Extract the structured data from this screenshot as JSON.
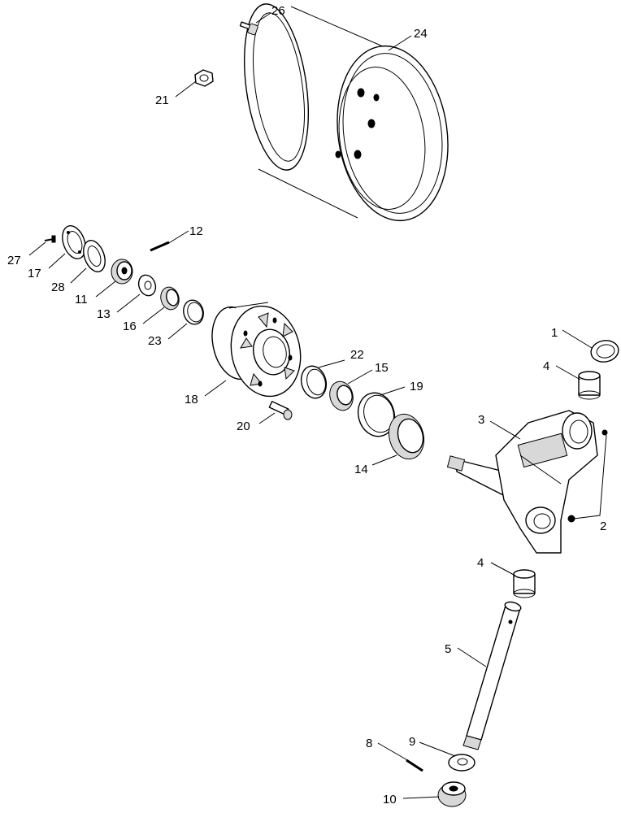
{
  "callouts": [
    {
      "id": "c1",
      "text": "1"
    },
    {
      "id": "c2",
      "text": "2"
    },
    {
      "id": "c3",
      "text": "3"
    },
    {
      "id": "c4a",
      "text": "4"
    },
    {
      "id": "c4b",
      "text": "4"
    },
    {
      "id": "c5",
      "text": "5"
    },
    {
      "id": "c8",
      "text": "8"
    },
    {
      "id": "c9",
      "text": "9"
    },
    {
      "id": "c10",
      "text": "10"
    },
    {
      "id": "c11",
      "text": "11"
    },
    {
      "id": "c12",
      "text": "12"
    },
    {
      "id": "c13",
      "text": "13"
    },
    {
      "id": "c14",
      "text": "14"
    },
    {
      "id": "c15",
      "text": "15"
    },
    {
      "id": "c16",
      "text": "16"
    },
    {
      "id": "c17",
      "text": "17"
    },
    {
      "id": "c18",
      "text": "18"
    },
    {
      "id": "c19",
      "text": "19"
    },
    {
      "id": "c20",
      "text": "20"
    },
    {
      "id": "c21",
      "text": "21"
    },
    {
      "id": "c22",
      "text": "22"
    },
    {
      "id": "c23",
      "text": "23"
    },
    {
      "id": "c24",
      "text": "24"
    },
    {
      "id": "c26",
      "text": "26"
    },
    {
      "id": "c27",
      "text": "27"
    },
    {
      "id": "c28",
      "text": "28"
    }
  ]
}
